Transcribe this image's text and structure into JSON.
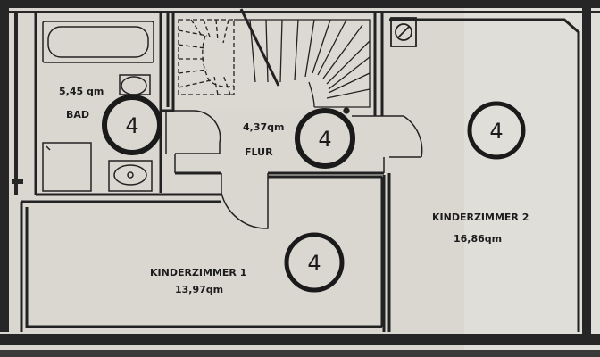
{
  "rooms": {
    "bad": {
      "name": "BAD",
      "area": "5,45 qm",
      "marker": "4"
    },
    "flur": {
      "name": "FLUR",
      "area": "4,37qm",
      "marker": "4"
    },
    "kinderzimmer_1": {
      "name": "KINDERZIMMER 1",
      "area": "13,97qm",
      "marker": "4"
    },
    "kinderzimmer_2": {
      "name": "KINDERZIMMER 2",
      "area": "16,86qm",
      "marker": "4"
    }
  },
  "colors": {
    "paper": "#d9d6d0",
    "ink": "#1a1a1a",
    "wall_fill": "#2a2a2a"
  }
}
